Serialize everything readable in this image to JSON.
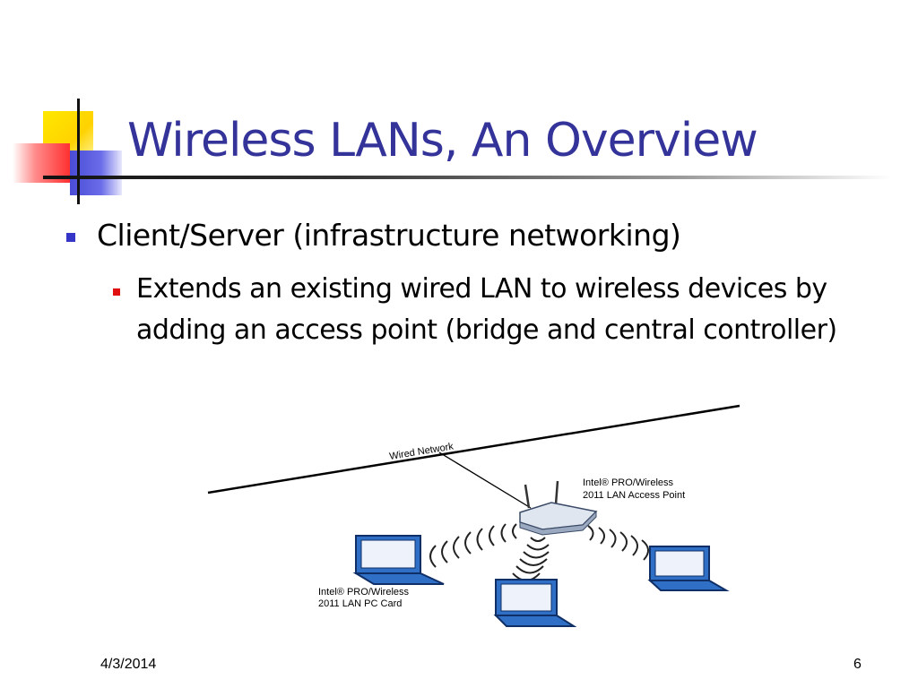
{
  "title": "Wireless LANs, An Overview",
  "bullet_level1": "Client/Server (infrastructure networking)",
  "bullet_level2": "Extends an existing wired LAN to wireless devices by adding an access point (bridge and central controller)",
  "diagram": {
    "wired_network_label": "Wired Network",
    "access_point_label_line1": "Intel® PRO/Wireless",
    "access_point_label_line2": "2011 LAN Access Point",
    "pc_card_label_line1": "Intel® PRO/Wireless",
    "pc_card_label_line2": "2011 LAN PC Card"
  },
  "footer": {
    "date": "4/3/2014",
    "page_number": "6"
  },
  "colors": {
    "title": "#33339a",
    "bullet_level1": "#3535c8",
    "bullet_level2": "#e01010",
    "laptop_blue": "#2f6fc6"
  }
}
